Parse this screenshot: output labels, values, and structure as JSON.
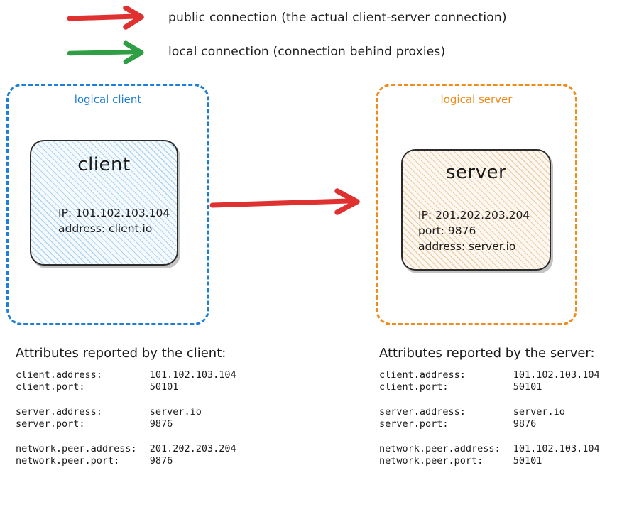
{
  "legend": [
    {
      "arrow_color": "#e03131",
      "icon": "right-arrow-icon",
      "label": "public connection (the actual client-server connection)"
    },
    {
      "arrow_color": "#2f9e44",
      "icon": "right-arrow-icon",
      "label": "local connection (connection behind proxies)"
    }
  ],
  "diagram": {
    "client_zone": {
      "label": "logical client",
      "color": "#1f7fd4",
      "node": {
        "title": "client",
        "props": "IP: 101.102.103.104\naddress: client.io",
        "fill": "#f4fafe"
      }
    },
    "server_zone": {
      "label": "logical server",
      "color": "#f08c1b",
      "node": {
        "title": "server",
        "props": "IP: 201.202.203.204\nport: 9876\naddress: server.io",
        "fill": "#fdf8f1"
      }
    },
    "connector": {
      "name": "public-connection-arrow",
      "color": "#e03131",
      "direction": "client-to-server"
    }
  },
  "attributes_client": {
    "title": "Attributes reported by the client:",
    "groups": [
      [
        {
          "key": "client.address:",
          "value": "101.102.103.104"
        },
        {
          "key": "client.port:",
          "value": "50101"
        }
      ],
      [
        {
          "key": "server.address:",
          "value": "server.io"
        },
        {
          "key": "server.port:",
          "value": "9876"
        }
      ],
      [
        {
          "key": "network.peer.address:",
          "value": "201.202.203.204"
        },
        {
          "key": "network.peer.port:",
          "value": "9876"
        }
      ]
    ]
  },
  "attributes_server": {
    "title": "Attributes reported by the server:",
    "groups": [
      [
        {
          "key": "client.address:",
          "value": "101.102.103.104"
        },
        {
          "key": "client.port:",
          "value": "50101"
        }
      ],
      [
        {
          "key": "server.address:",
          "value": "server.io"
        },
        {
          "key": "server.port:",
          "value": "9876"
        }
      ],
      [
        {
          "key": "network.peer.address:",
          "value": "101.102.103.104"
        },
        {
          "key": "network.peer.port:",
          "value": "50101"
        }
      ]
    ]
  }
}
